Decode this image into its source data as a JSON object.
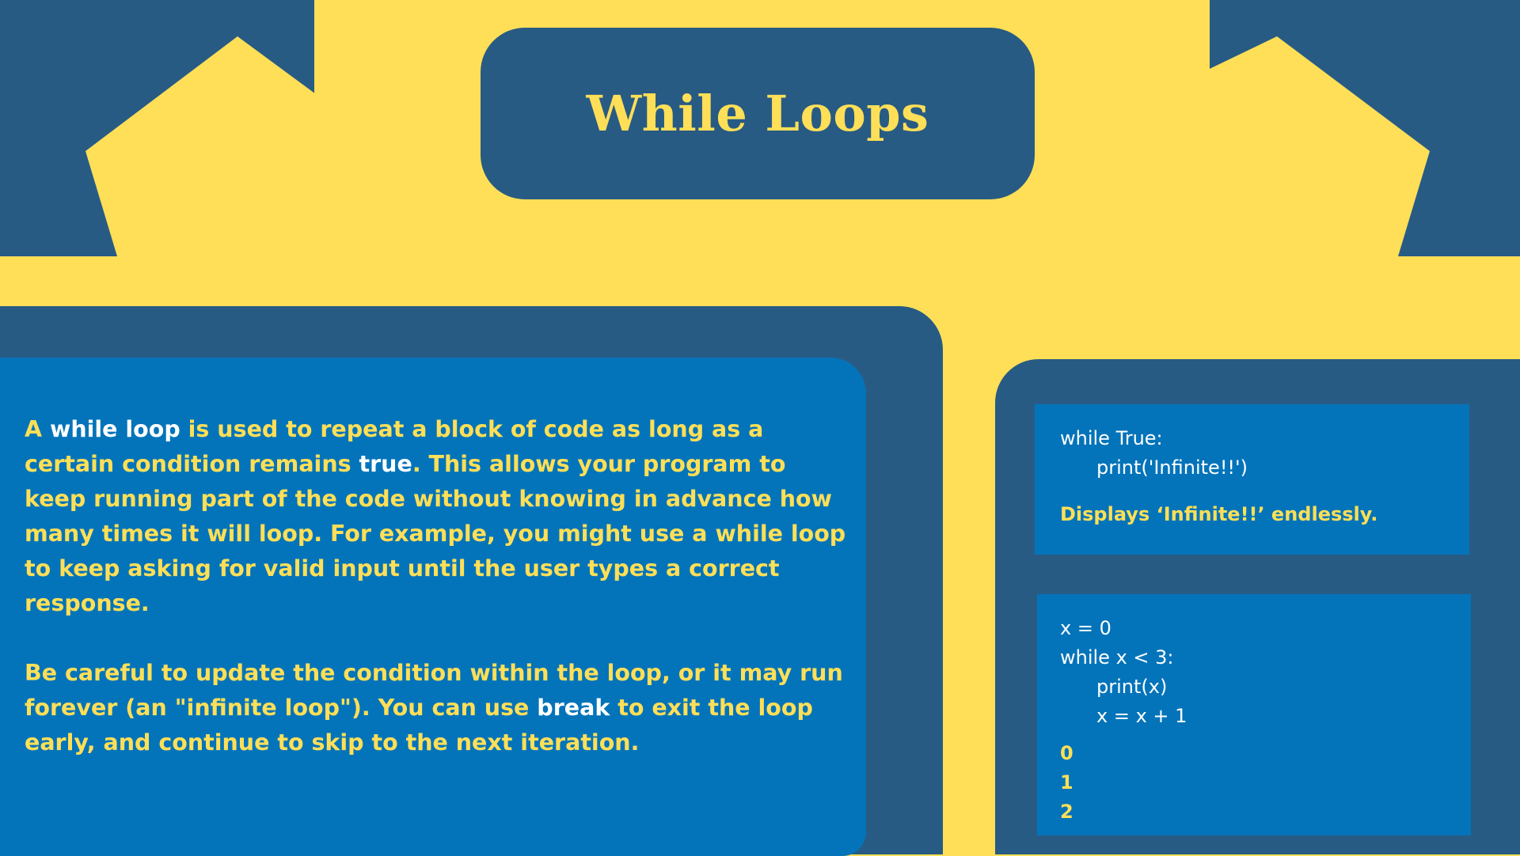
{
  "title": "While Loops",
  "paragraph1": {
    "part1": "A ",
    "bold1": "while loop",
    "part2": " is used to repeat a block of code as long as a certain condition remains ",
    "bold2": "true",
    "part3": ". This allows your program to keep running part of the code without knowing in advance how many times it will loop. For example, you might use a while loop to keep asking for valid input until the user types a correct response."
  },
  "paragraph2": {
    "part1": "Be careful to update the condition within the loop, or it may run forever (an \"infinite loop\"). You can use ",
    "bold1": "break",
    "part2": " to exit the loop early, and continue to skip to the next iteration."
  },
  "example1": {
    "code": [
      "while True:",
      "print('Infinite!!')"
    ],
    "result": "Displays ‘Infinite!!’ endlessly."
  },
  "example2": {
    "code": [
      "x = 0",
      "while x < 3:",
      "print(x)",
      "x = x + 1"
    ],
    "outputs": [
      "0",
      "1",
      "2"
    ]
  },
  "colors": {
    "background": "#FFDF57",
    "dark_blue": "#285B84",
    "bright_blue": "#0474BA",
    "accent_yellow": "#FFDF57",
    "highlight_white": "#FFFFFF"
  }
}
